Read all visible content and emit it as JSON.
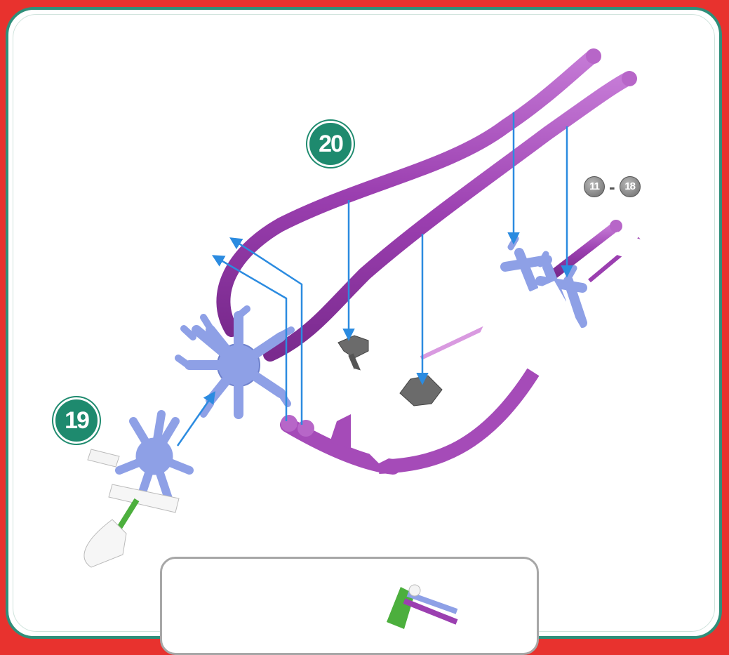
{
  "steps": [
    {
      "number": "19"
    },
    {
      "number": "20"
    }
  ],
  "reference": {
    "from": "11",
    "separator": "-",
    "to": "18"
  },
  "colors": {
    "background": "#e8322e",
    "frame": "#2f8f7a",
    "badge": "#1e8a6e",
    "rod": "#9b3fb0",
    "connector": "#8ea0e6",
    "arrow": "#2b8be0",
    "clip": "#555555"
  }
}
